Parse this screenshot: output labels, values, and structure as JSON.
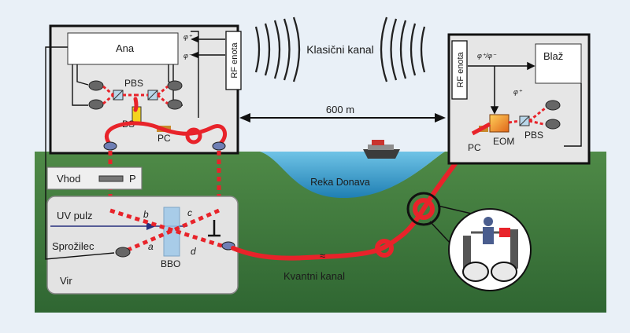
{
  "labels": {
    "ana": "Ana",
    "blaz": "Blaž",
    "rf_left": "RF enota",
    "rf_right": "RF enota",
    "classical_channel": "Klasični kanal",
    "distance": "600 m",
    "pbs_left": "PBS",
    "bs": "BS",
    "pc_left": "PC",
    "pc_right": "PC",
    "eom": "EOM",
    "pbs_right": "PBS",
    "vhod": "Vhod",
    "p": "P",
    "uv_pulse": "UV pulz",
    "trigger": "Sprožilec",
    "source": "Vir",
    "bbo": "BBO",
    "path_a": "a",
    "path_b": "b",
    "path_c": "c",
    "path_d": "d",
    "river": "Reka Donava",
    "quantum_channel": "Kvantni kanal",
    "phi_plus": "φ⁺",
    "phi_minus": "φ⁻",
    "phi_pm": "φ⁺/φ⁻",
    "phi_plus_eom": "φ⁺"
  },
  "colors": {
    "fiber": "#e8232a",
    "ground": "#3f7a3e",
    "river": "#2f96c8",
    "box_border": "#1a1a1a",
    "eom": "#f29018"
  }
}
